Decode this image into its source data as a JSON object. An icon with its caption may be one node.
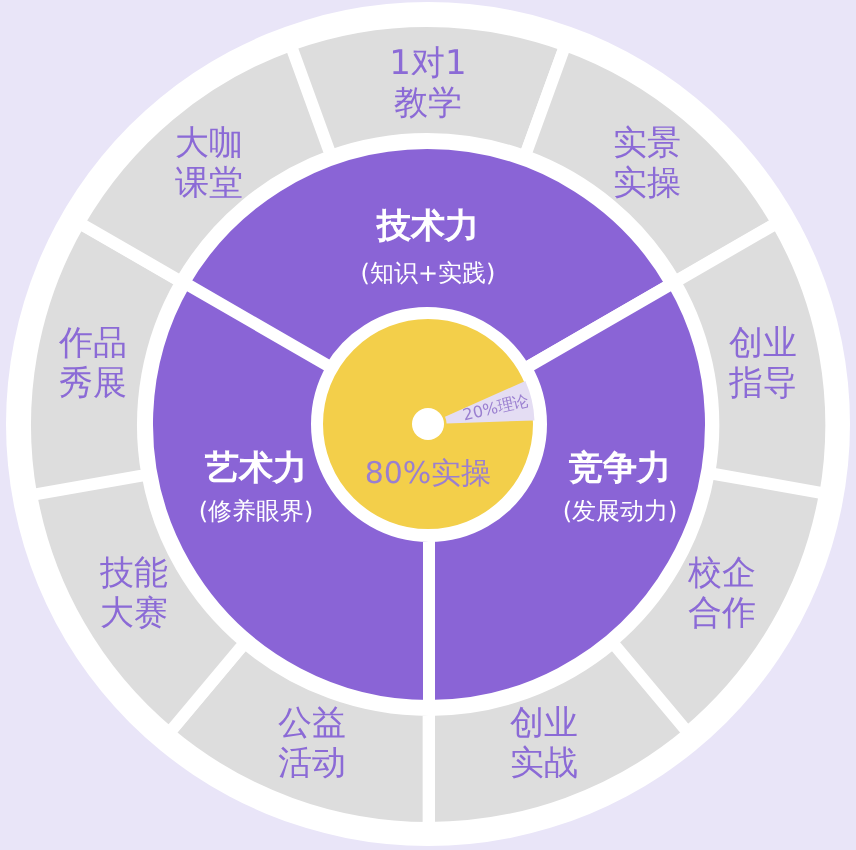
{
  "diagram": {
    "nodes": [
      {
        "text": [
          "1对1教学"
        ]
      },
      {
        "text": [
          "实景实操"
        ]
      },
      {
        "text": [
          "创业指导"
        ]
      },
      {
        "text": [
          "校企合作"
        ]
      },
      {
        "text": [
          "创业实战"
        ]
      },
      {
        "text": [
          "公益活动"
        ]
      },
      {
        "text": [
          "技能大赛"
        ]
      },
      {
        "text": [
          "作品秀展"
        ]
      },
      {
        "text": [
          "大咖课堂"
        ]
      },
      {
        "text": [
          "技术力",
          "(知识+实践)"
        ]
      },
      {
        "text": [
          "竞争力",
          "(发展动力)"
        ]
      },
      {
        "text": [
          "艺术力",
          "(修养眼界)"
        ]
      },
      {
        "text": [
          "80%实操"
        ]
      },
      {
        "text": [
          "20%理论"
        ],
        "in": 12
      }
    ]
  }
}
